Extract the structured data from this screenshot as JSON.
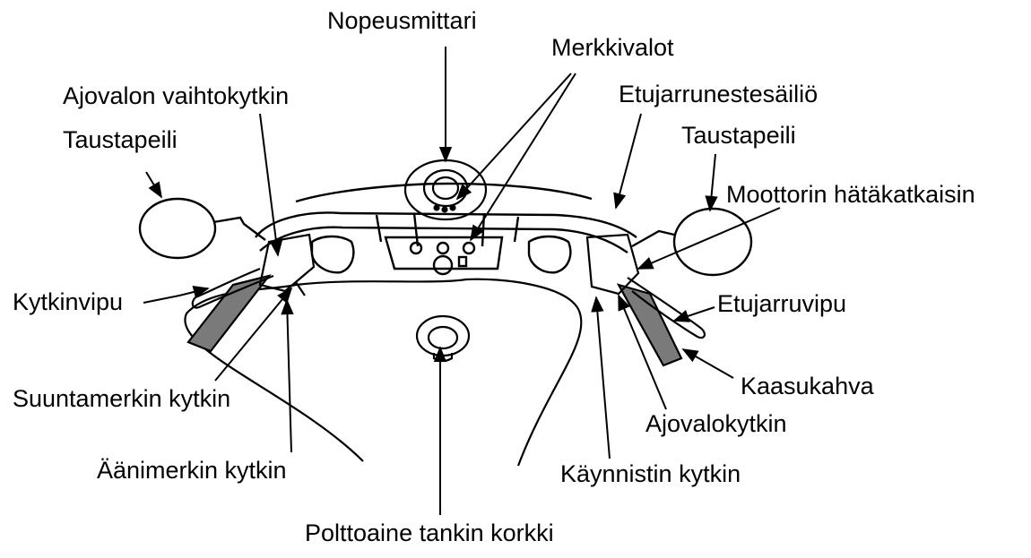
{
  "labels": {
    "speedometer": "Nopeusmittari",
    "indicator_lights": "Merkkivalot",
    "headlight_dimmer_switch": "Ajovalon vaihtokytkin",
    "front_brake_reservoir": "Etujarrunestesäiliö",
    "mirror_left": "Taustapeili",
    "mirror_right": "Taustapeili",
    "engine_stop_switch": "Moottorin hätäkatkaisin",
    "clutch_lever": "Kytkinvipu",
    "front_brake_lever": "Etujarruvipu",
    "throttle_grip": "Kaasukahva",
    "turn_signal_switch": "Suuntamerkin kytkin",
    "headlight_switch": "Ajovalokytkin",
    "horn_switch": "Äänimerkin kytkin",
    "starter_switch": "Käynnistin kytkin",
    "fuel_cap": "Polttoaine tankin korkki"
  },
  "colors": {
    "ink": "#000000",
    "paper": "#ffffff",
    "grip": "#7a7a7a"
  }
}
